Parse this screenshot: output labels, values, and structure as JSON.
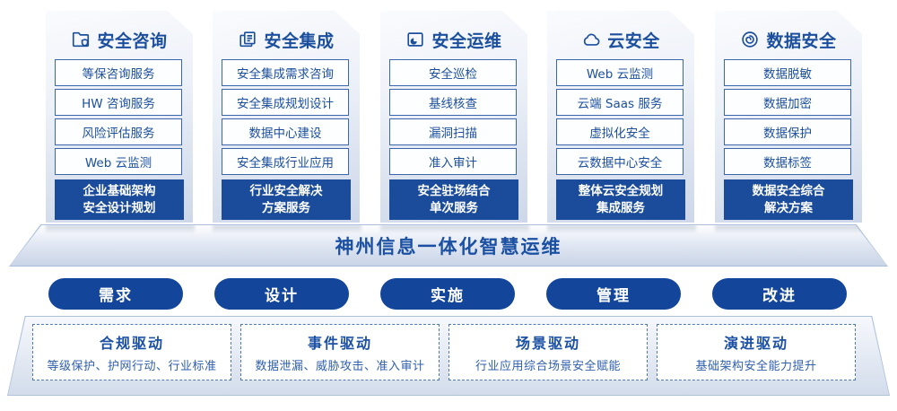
{
  "colors": {
    "primary_text_blue": "#1B4F9E",
    "dark_fill_blue": "#1A4C9B",
    "pill_blue": "#13459A",
    "card_gradient_bottom": "#CDD7E9"
  },
  "columns": [
    {
      "title": "安全咨询",
      "icon": "folder-shield-icon",
      "items": [
        "等保咨询服务",
        "HW 咨询服务",
        "风险评估服务",
        "Web 云监测"
      ],
      "footer_lines": [
        "企业基础架构",
        "安全设计规划"
      ]
    },
    {
      "title": "安全集成",
      "icon": "documents-icon",
      "items": [
        "安全集成需求咨询",
        "安全集成规划设计",
        "数据中心建设",
        "安全集成行业应用"
      ],
      "footer_lines": [
        "行业安全解决",
        "方案服务"
      ]
    },
    {
      "title": "安全运维",
      "icon": "folder-pie-icon",
      "items": [
        "安全巡检",
        "基线核查",
        "漏洞扫描",
        "准入审计"
      ],
      "footer_lines": [
        "安全驻场结合",
        "单次服务"
      ]
    },
    {
      "title": "云安全",
      "icon": "cloud-icon",
      "items": [
        "Web 云监测",
        "云端 Saas 服务",
        "虚拟化安全",
        "云数据中心安全"
      ],
      "footer_lines": [
        "整体云安全规划",
        "集成服务"
      ]
    },
    {
      "title": "数据安全",
      "icon": "fingerprint-icon",
      "items": [
        "数据脱敏",
        "数据加密",
        "数据保护",
        "数据标签"
      ],
      "footer_lines": [
        "数据安全综合",
        "解决方案"
      ]
    }
  ],
  "banner": {
    "title": "神州信息一体化智慧运维"
  },
  "phases": [
    "需求",
    "设计",
    "实施",
    "管理",
    "改进"
  ],
  "drivers": [
    {
      "title": "合规驱动",
      "desc": "等级保护、护网行动、行业标准"
    },
    {
      "title": "事件驱动",
      "desc": "数据泄漏、威胁攻击、准入审计"
    },
    {
      "title": "场景驱动",
      "desc": "行业应用综合场景安全赋能"
    },
    {
      "title": "演进驱动",
      "desc": "基础架构安全能力提升"
    }
  ]
}
